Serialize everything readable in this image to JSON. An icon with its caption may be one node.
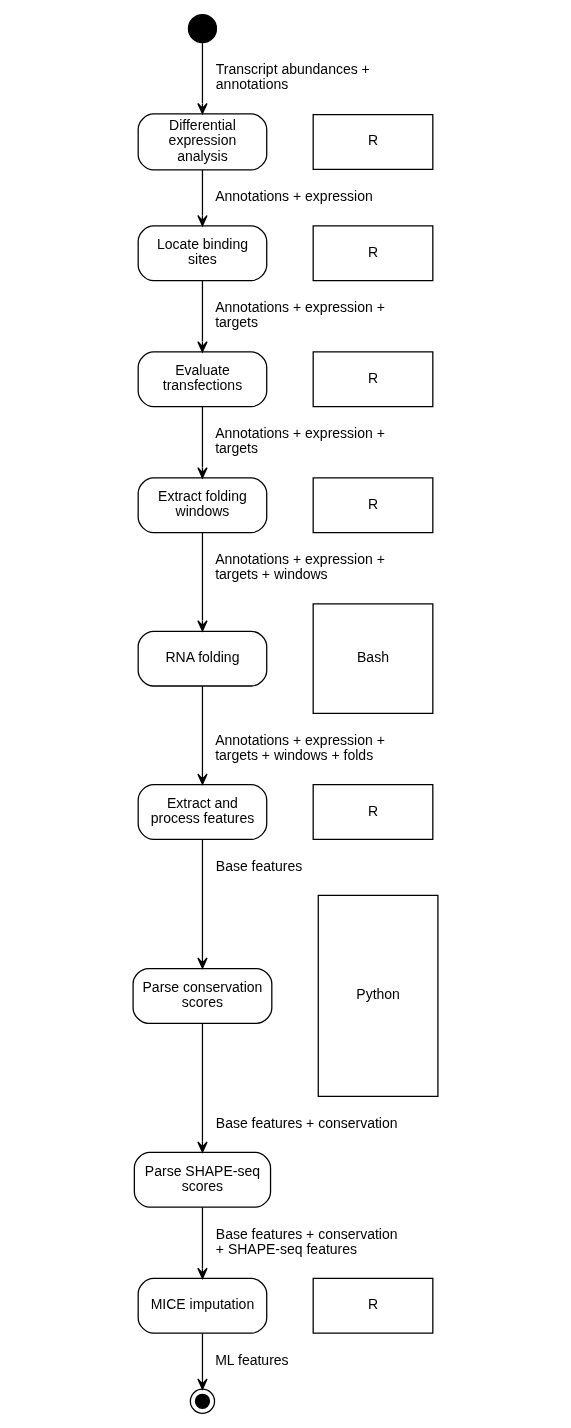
{
  "diagram": {
    "nodes": [
      {
        "text": [],
        "shape": "circle"
      },
      {
        "text": [
          "R"
        ]
      },
      {
        "text": [
          "Differential expression analysis"
        ]
      },
      {
        "text": [
          "R"
        ]
      },
      {
        "text": [
          "Locate binding sites"
        ]
      },
      {
        "text": [
          "R"
        ]
      },
      {
        "text": [
          "Evaluate transfections"
        ]
      },
      {
        "text": [
          "R"
        ]
      },
      {
        "text": [
          "Extract folding windows"
        ]
      },
      {
        "text": [
          "Bash"
        ]
      },
      {
        "text": [
          "RNA folding"
        ]
      },
      {
        "text": [
          "R"
        ]
      },
      {
        "text": [
          "Extract and process features"
        ]
      },
      {
        "text": [
          "Python"
        ]
      },
      {
        "text": [
          "Parse conservation scores"
        ]
      },
      {
        "text": [
          "Parse SHAPE-seq scores"
        ]
      },
      {
        "text": [
          "R"
        ]
      },
      {
        "text": [
          "MICE imputation"
        ]
      },
      {
        "text": [],
        "shape": "bullseye"
      }
    ],
    "edges": [
      {
        "from": 0,
        "to": 2,
        "arrow": "to",
        "label": "Transcript abundances + annotations"
      },
      {
        "from": 2,
        "to": 4,
        "arrow": "to",
        "label": "Annotations + expression"
      },
      {
        "from": 4,
        "to": 6,
        "arrow": "to",
        "label": "Annotations + expression + targets"
      },
      {
        "from": 6,
        "to": 8,
        "arrow": "to",
        "label": "Annotations + expression + targets"
      },
      {
        "from": 8,
        "to": 10,
        "arrow": "to",
        "label": "Annotations + expression + targets + windows"
      },
      {
        "from": 10,
        "to": 12,
        "arrow": "to",
        "label": "Annotations + expression + targets + windows + folds"
      },
      {
        "from": 12,
        "to": 14,
        "arrow": "to",
        "label": "Base features"
      },
      {
        "from": 14,
        "to": 15,
        "arrow": "to",
        "label": "Base features + conservation"
      },
      {
        "from": 15,
        "to": 17,
        "arrow": "to",
        "label": "Base features + conservation + SHAPE-seq features"
      },
      {
        "from": 17,
        "to": 18,
        "arrow": "to",
        "label": "ML features"
      }
    ]
  }
}
